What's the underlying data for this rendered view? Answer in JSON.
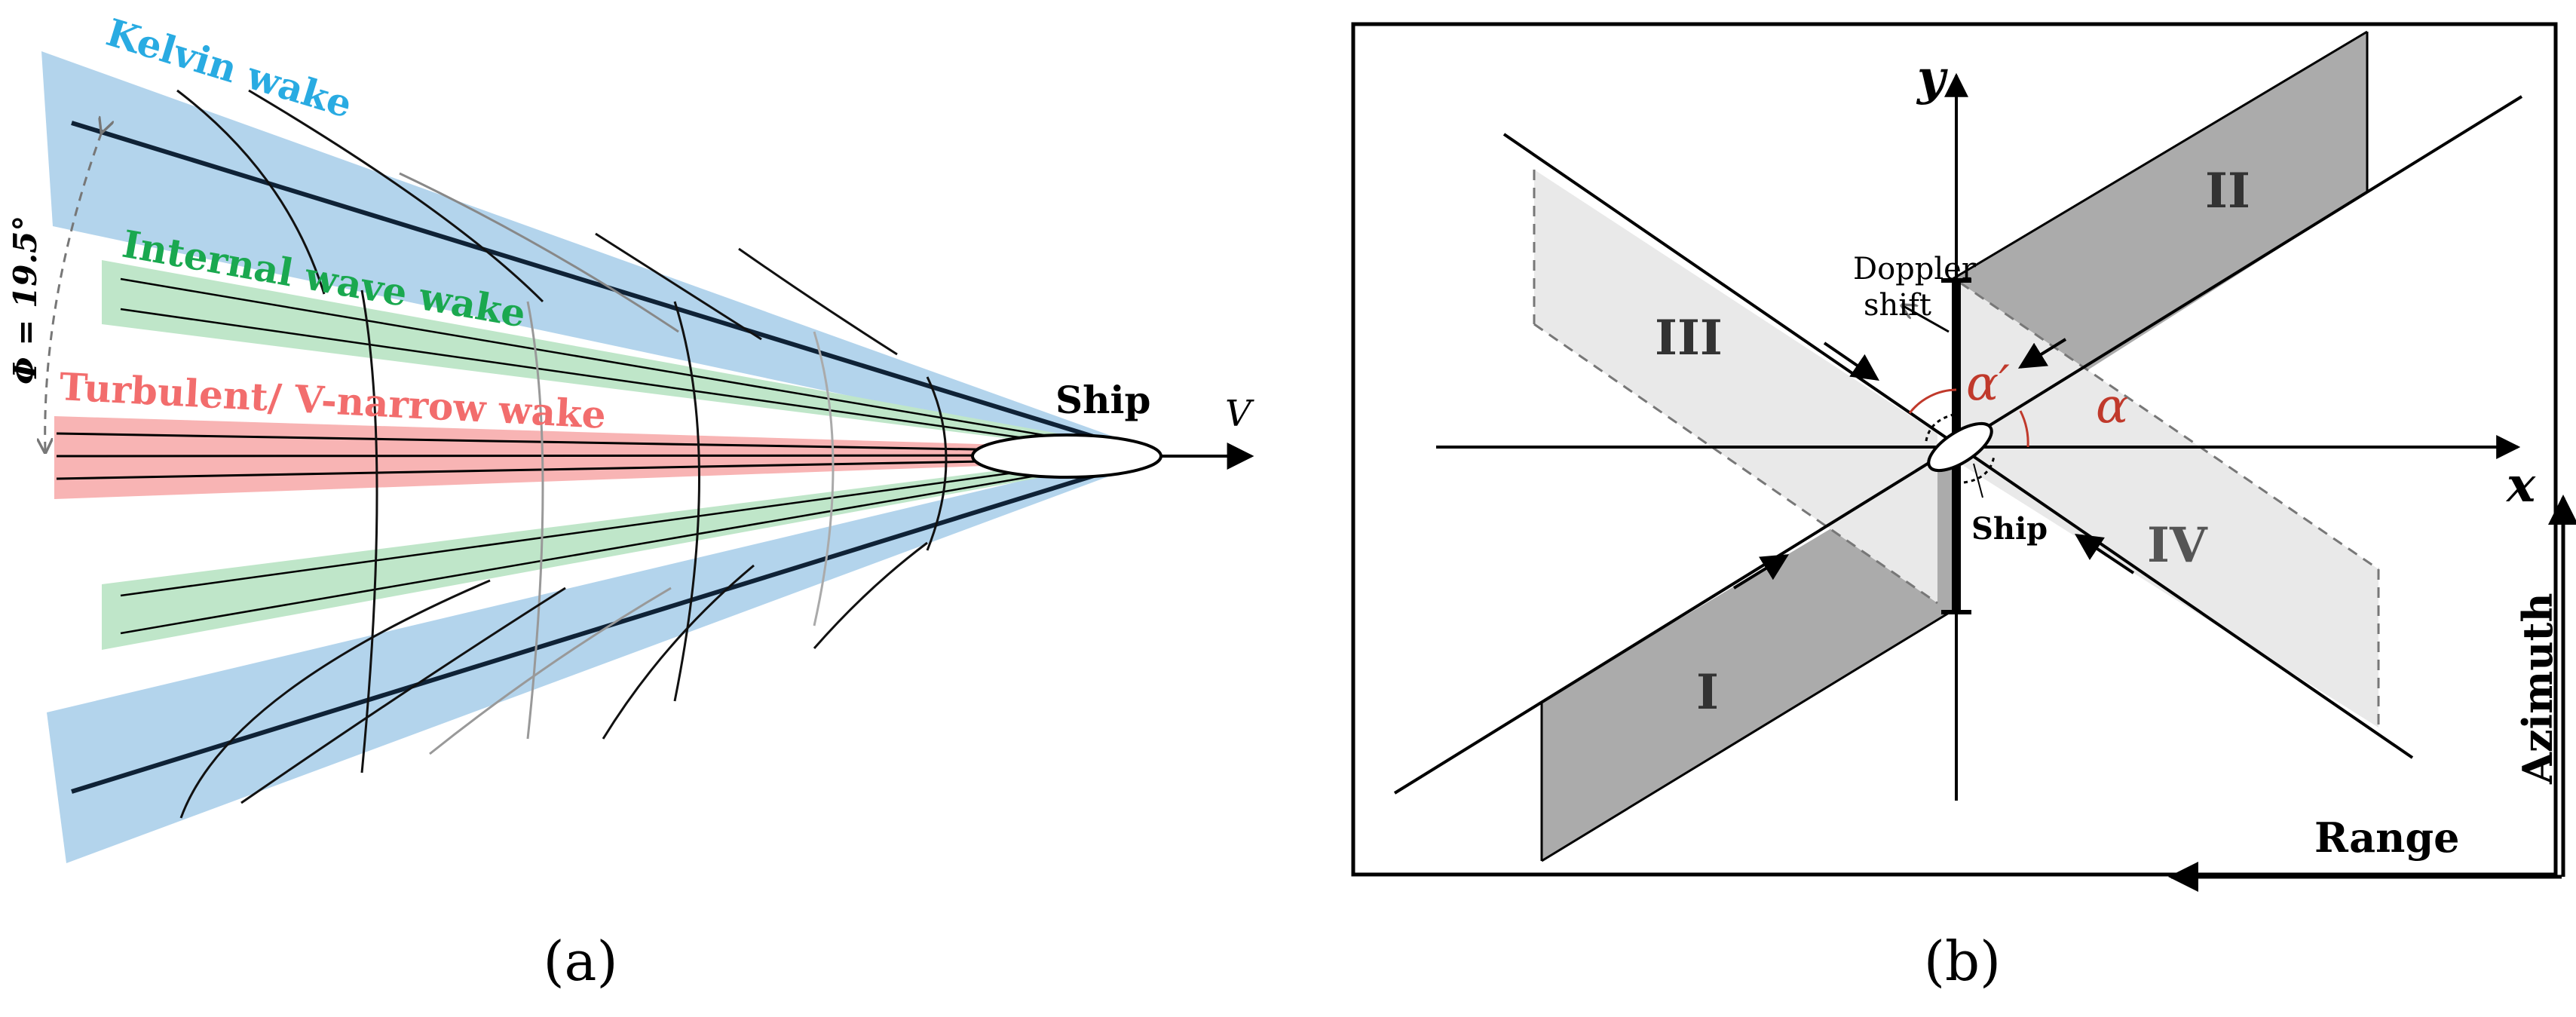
{
  "panel_a": {
    "caption": "(a)",
    "labels": {
      "kelvin": "Kelvin wake",
      "internal": "Internal wave wake",
      "turbulent": "Turbulent/ V-narrow wake",
      "ship": "Ship",
      "velocity": "V",
      "angle": "Φ = 19.5°"
    },
    "colors": {
      "kelvin_text": "#29abe2",
      "kelvin_band": "#b3d4ec",
      "internal_text": "#1aa84f",
      "internal_band": "#bfe6c9",
      "turbulent_text": "#f26d6d",
      "turbulent_band": "#f8b4b4",
      "wake_line": "#0f2236"
    }
  },
  "panel_b": {
    "caption": "(b)",
    "labels": {
      "x_axis": "x",
      "y_axis": "y",
      "region_1": "I",
      "region_2": "II",
      "region_3": "III",
      "region_4": "IV",
      "doppler_line1": "Doppler",
      "doppler_line2": "shift",
      "ship": "Ship",
      "alpha": "α",
      "alpha_prime": "α′",
      "azimuth": "Azimuth",
      "range": "Range"
    },
    "colors": {
      "dark_region": "#ababab",
      "light_region": "#e9e9e9",
      "angle": "#c0392b"
    }
  }
}
